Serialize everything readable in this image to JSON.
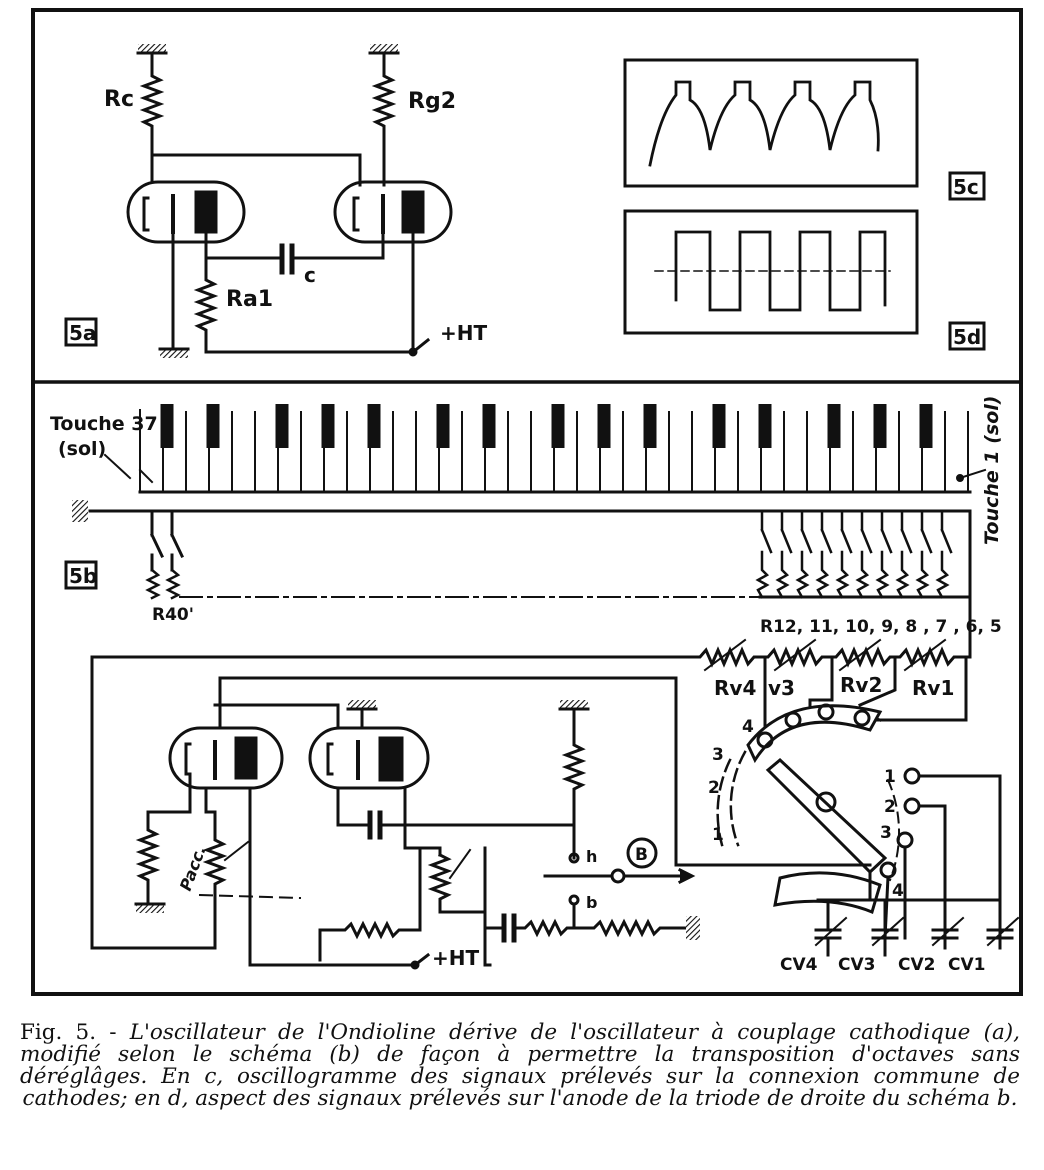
{
  "labels": {
    "rc": "Rc",
    "rg2": "Rg2",
    "c": "c",
    "ra1": "Ra1",
    "ht_a": "+HT",
    "tag_5a": "5a",
    "tag_5c": "5c",
    "tag_5d": "5d",
    "tag_5b": "5b",
    "touche37_l1": "Touche 37",
    "touche37_l2": "(sol)",
    "touche1": "Touche 1 (sol)",
    "r40": "R40'",
    "r_series": "R12, 11, 10, 9, 8 ,  7 ,  6, 5",
    "rv4": "Rv4",
    "v3": "v3",
    "rv2": "Rv2",
    "rv1": "Rv1",
    "sw_4": "4",
    "sw_3": "3",
    "sw_2": "2",
    "sw_1": "1",
    "sw2_1": "1",
    "sw2_2": "2",
    "sw2_3": "3",
    "sw2_4": "4",
    "pacc": "Pacc.",
    "h": "h",
    "b": "b",
    "meter_b": "B",
    "ht_b": "+HT",
    "cv4": "CV4",
    "cv3": "CV3",
    "cv2": "CV2",
    "cv1": "CV1"
  },
  "caption": {
    "fig": "Fig. 5. -",
    "text": "L'oscillateur de l'Ondioline dérive de l'oscillateur à couplage cathodique (a), modifié selon le schéma (b) de façon à permettre la transposition d'octaves sans déréglâges. En c, oscillogramme des signaux prélevés sur la connexion commune de cathodes; en d, aspect des signaux prélevés sur l'anode de la triode de droite du schéma b."
  }
}
